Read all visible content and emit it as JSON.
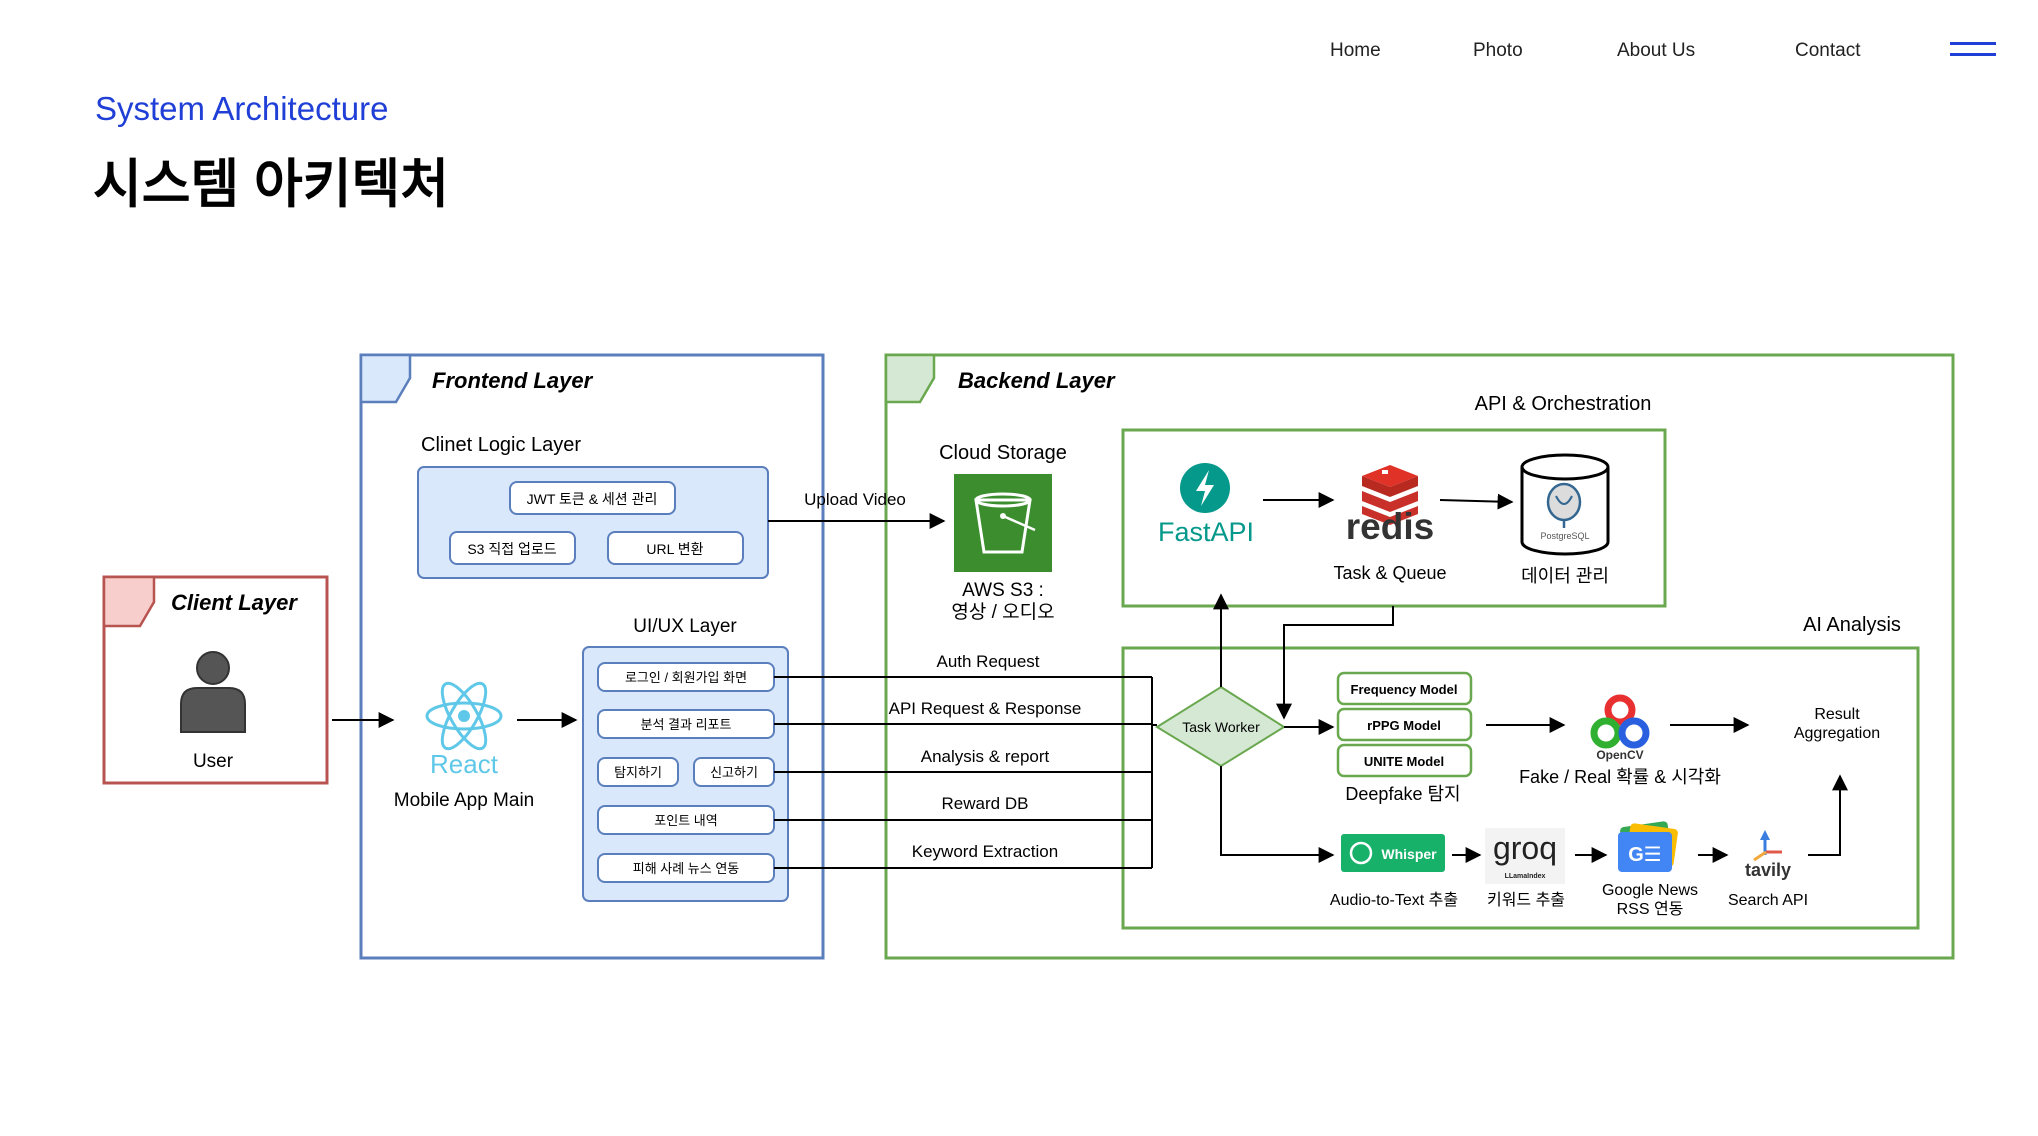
{
  "nav": {
    "home": "Home",
    "photo": "Photo",
    "about": "About Us",
    "contact": "Contact",
    "menu_icon": "hamburger-menu-icon"
  },
  "header": {
    "subtitle": "System Architecture",
    "title": "시스템 아키텍처"
  },
  "colors": {
    "accent": "#1f3fd6",
    "frontend": "#5b7fbd",
    "backend": "#6aa84f",
    "client": "#b85450",
    "node_fill": "#dae8fc"
  },
  "client": {
    "title": "Client Layer",
    "user": "User"
  },
  "frontend": {
    "title": "Frontend Layer",
    "logic_title": "Clinet Logic Layer",
    "jwt": "JWT 토큰 & 세션 관리",
    "s3": "S3 직접 업로드",
    "url": "URL 변환",
    "react_logo": "React",
    "app": "Mobile App Main",
    "uiux_title": "UI/UX Layer",
    "btn_login": "로그인 / 회원가입 화면",
    "btn_report": "분석 결과 리포트",
    "btn_detect": "탐지하기",
    "btn_declare": "신고하기",
    "btn_points": "포인트 내역",
    "btn_news": "피해 사례 뉴스 연동"
  },
  "backend": {
    "title": "Backend Layer",
    "cloud_title": "Cloud Storage",
    "s3_line1": "AWS S3 :",
    "s3_line2": "영상 / 오디오",
    "api_title": "API & Orchestration",
    "fastapi": "FastAPI",
    "redis": "redis",
    "task_queue": "Task & Queue",
    "postgres": "PostgreSQL",
    "db": "데이터 관리",
    "ai_title": "AI Analysis",
    "task_worker": "Task Worker",
    "freq": "Frequency Model",
    "rppg": "rPPG Model",
    "unite": "UNITE Model",
    "deepfake": "Deepfake 탐지",
    "opencv": "OpenCV",
    "fake_real": "Fake / Real 확률 & 시각화",
    "result1": "Result",
    "result2": "Aggregation",
    "whisper": "Whisper",
    "audio": "Audio-to-Text 추출",
    "groq": "groq",
    "llama": "LLamaIndex",
    "keyword": "키워드 추출",
    "gnews1": "Google News",
    "gnews2": "RSS 연동",
    "tavily": "tavily",
    "search": "Search API"
  },
  "flows": {
    "upload": "Upload Video",
    "auth": "Auth Request",
    "api": "API Request & Response",
    "analysis": "Analysis & report",
    "reward": "Reward DB",
    "keyword": "Keyword Extraction"
  }
}
